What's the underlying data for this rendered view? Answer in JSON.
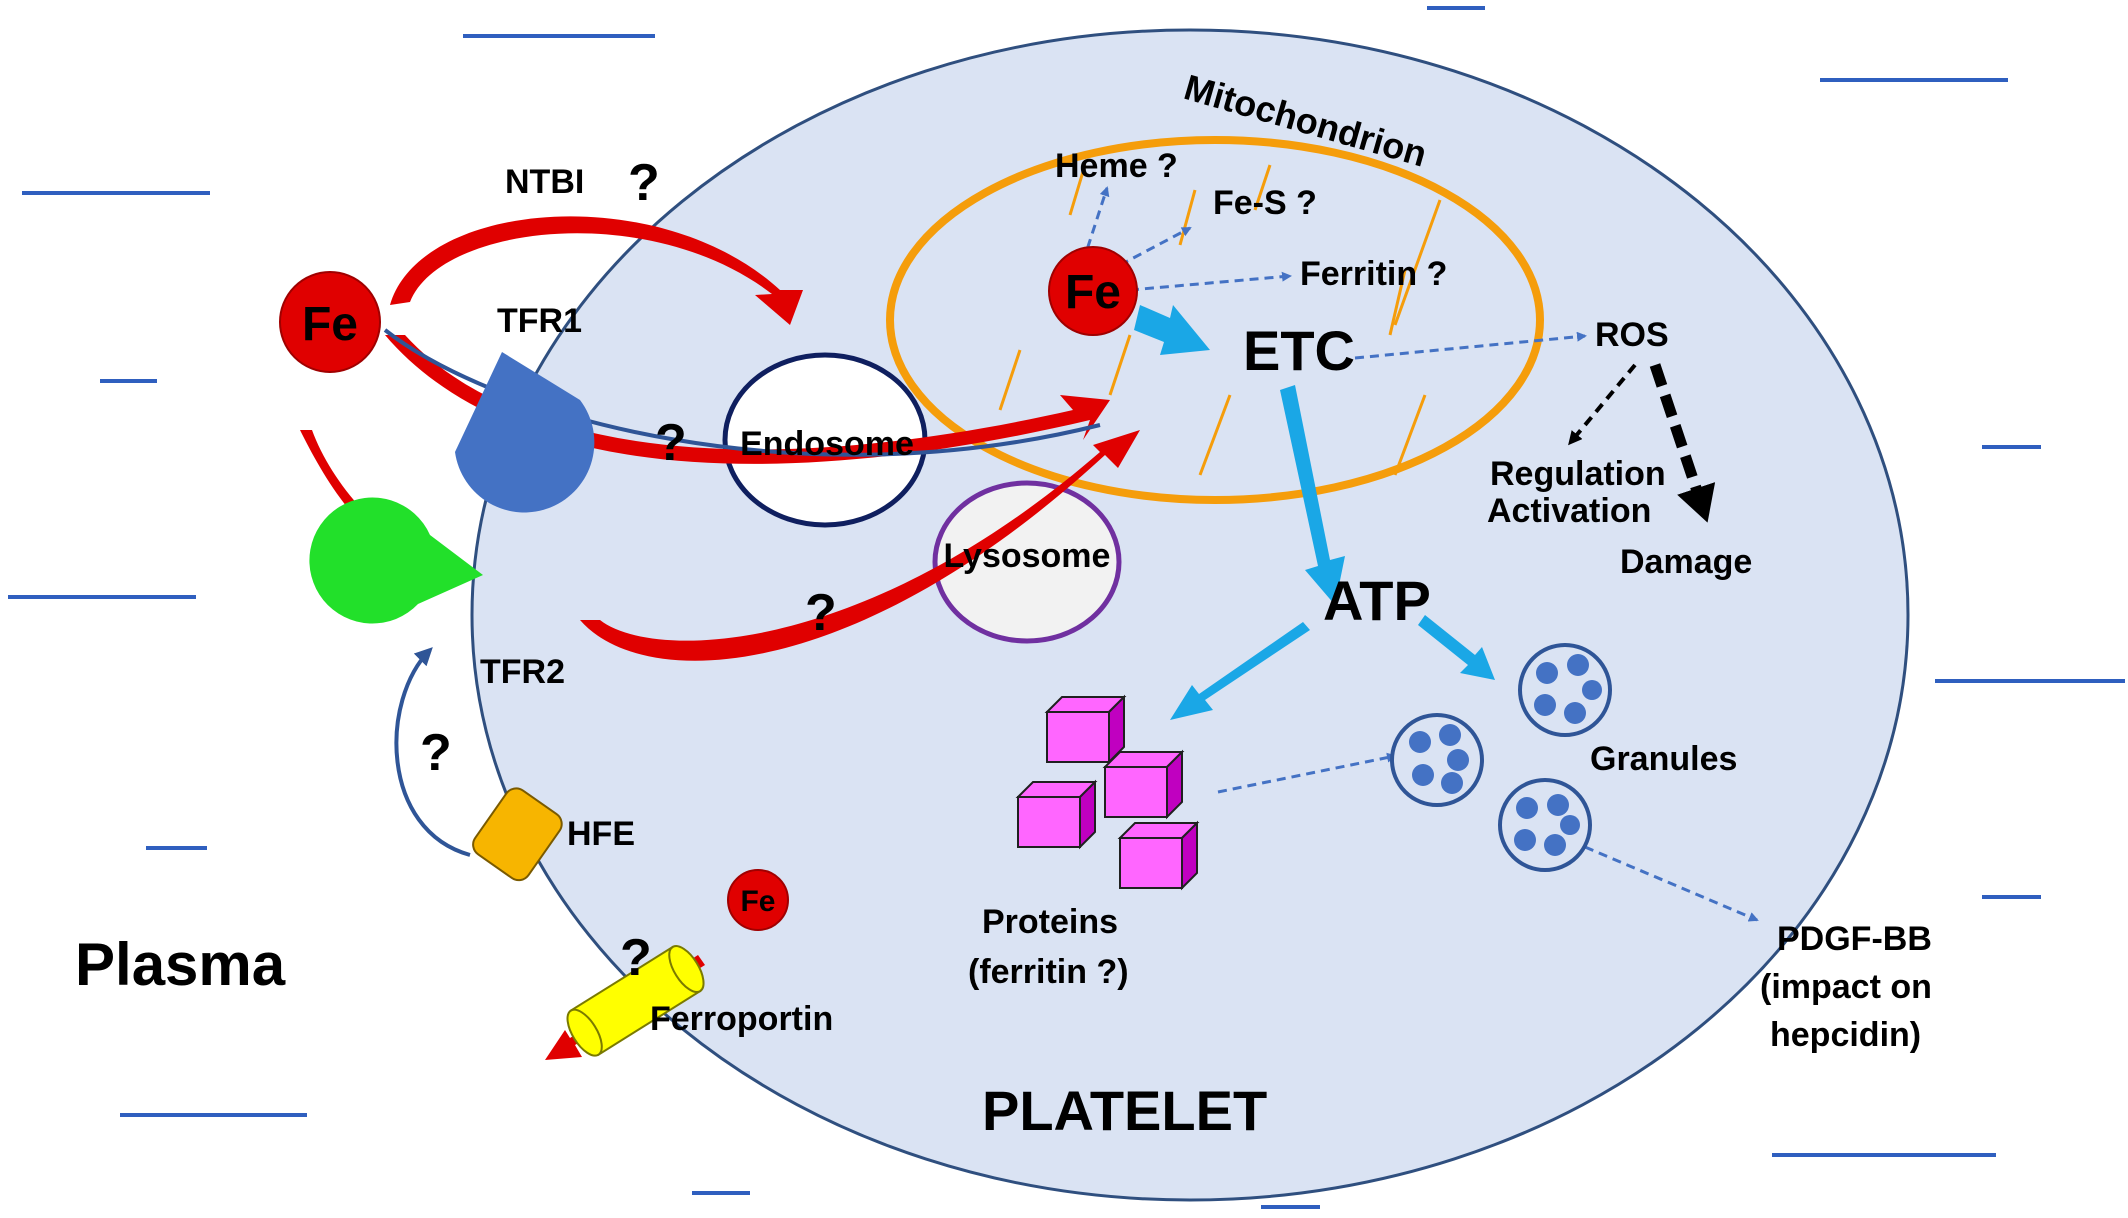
{
  "colors": {
    "platelet_fill": "#dae3f3",
    "platelet_stroke": "#2f4f7f",
    "mitochondrion": "#f59d0b",
    "iron": "#e00000",
    "tfr1": "#4472c4",
    "tfr2": "#22e02a",
    "hfe": "#f7b500",
    "ferroportin": "#ffff00",
    "endosome_stroke": "#0f1f5f",
    "lysosome_stroke": "#7030a0",
    "blue_arrow": "#1aa7e6",
    "dashed_arrow": "#4472c4",
    "protein": "#ff66ff",
    "granule": "#4472c4",
    "plasma_lines": "#2f5fbf"
  },
  "labels": {
    "plasma": "Plasma",
    "platelet": "PLATELET",
    "mitochondrion": "Mitochondrion",
    "ntbi": "NTBI",
    "fe_outer": "Fe",
    "fe_mito": "Fe",
    "fe_small": "Fe",
    "tfr1": "TFR1",
    "tfr2": "TFR2",
    "hfe": "HFE",
    "ferroportin": "Ferroportin",
    "endosome": "Endosome",
    "lysosome": "Lysosome",
    "heme": "Heme ?",
    "fes": "Fe-S ?",
    "ferritin": "Ferritin ?",
    "etc": "ETC",
    "ros": "ROS",
    "regulation": "Regulation",
    "activation": "Activation",
    "damage": "Damage",
    "atp": "ATP",
    "granules": "Granules",
    "proteins_line1": "Proteins",
    "proteins_line2": "(ferritin ?)",
    "pdgf_line1": "PDGF-BB",
    "pdgf_line2": "(impact on",
    "pdgf_line3": "hepcidin)",
    "q_ntbi": "?",
    "q_tfr1": "?",
    "q_tfr2": "?",
    "q_hfe": "?",
    "q_ferroportin": "?"
  }
}
